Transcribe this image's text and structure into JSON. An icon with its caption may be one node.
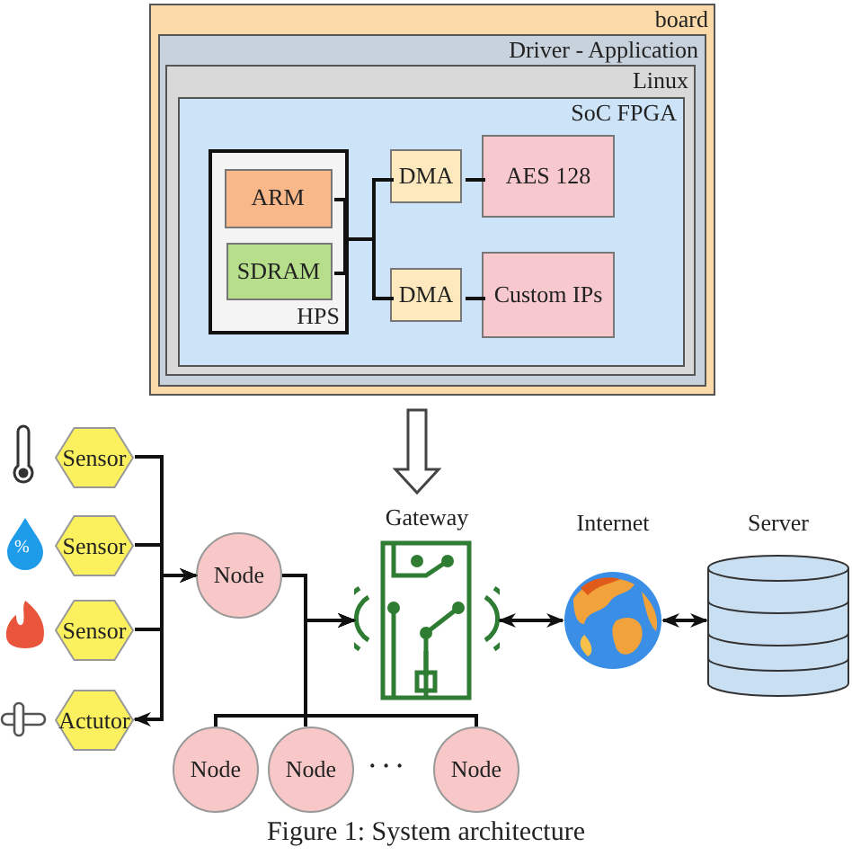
{
  "diagram": {
    "caption": "Figure 1: System architecture",
    "nodes": [
      {
        "text": [
          "board"
        ]
      },
      {
        "text": [
          "Driver - Application"
        ],
        "in": 0
      },
      {
        "text": [
          "Linux"
        ],
        "in": 1
      },
      {
        "text": [
          "SoC FPGA"
        ],
        "in": 2
      },
      {
        "text": [
          "HPS"
        ],
        "in": 3
      },
      {
        "text": [
          "ARM"
        ],
        "in": 4
      },
      {
        "text": [
          "SDRAM"
        ],
        "in": 4
      },
      {
        "text": [
          "DMA"
        ],
        "in": 3
      },
      {
        "text": [
          "AES 128"
        ],
        "in": 3
      },
      {
        "text": [
          "DMA"
        ],
        "in": 3
      },
      {
        "text": [
          "Custom IPs"
        ],
        "in": 3
      },
      {
        "text": [
          "Sensor"
        ]
      },
      {
        "text": [
          "Sensor"
        ]
      },
      {
        "text": [
          "Sensor"
        ]
      },
      {
        "text": [
          "Actutor"
        ]
      },
      {
        "text": [
          "Node"
        ]
      },
      {
        "text": [
          "Gateway"
        ]
      },
      {
        "text": [
          "Internet"
        ]
      },
      {
        "text": [
          "Server"
        ]
      },
      {
        "text": [
          "Node"
        ]
      },
      {
        "text": [
          "Node"
        ]
      },
      {
        "text": [
          "Node"
        ]
      }
    ],
    "edges": [
      {
        "from": 5,
        "to": 7,
        "arrow": "none"
      },
      {
        "from": 5,
        "to": 9,
        "arrow": "none"
      },
      {
        "from": 6,
        "to": 7,
        "arrow": "none"
      },
      {
        "from": 6,
        "to": 9,
        "arrow": "none"
      },
      {
        "from": 7,
        "to": 8,
        "arrow": "none"
      },
      {
        "from": 9,
        "to": 10,
        "arrow": "none"
      },
      {
        "from": 0,
        "to": 16,
        "arrow": "to",
        "style": "thick"
      },
      {
        "from": 11,
        "to": 15,
        "arrow": "to"
      },
      {
        "from": 12,
        "to": 15,
        "arrow": "to"
      },
      {
        "from": 13,
        "to": 15,
        "arrow": "to"
      },
      {
        "from": 15,
        "to": 14,
        "arrow": "to"
      },
      {
        "from": 15,
        "to": 16,
        "arrow": "to"
      },
      {
        "from": 19,
        "to": 16,
        "arrow": "to"
      },
      {
        "from": 20,
        "to": 16,
        "arrow": "to"
      },
      {
        "from": 21,
        "to": 16,
        "arrow": "to"
      },
      {
        "from": 16,
        "to": 17,
        "arrow": "both"
      },
      {
        "from": 17,
        "to": 18,
        "arrow": "both"
      }
    ],
    "labels": [
      "%",
      "· · ·"
    ]
  }
}
